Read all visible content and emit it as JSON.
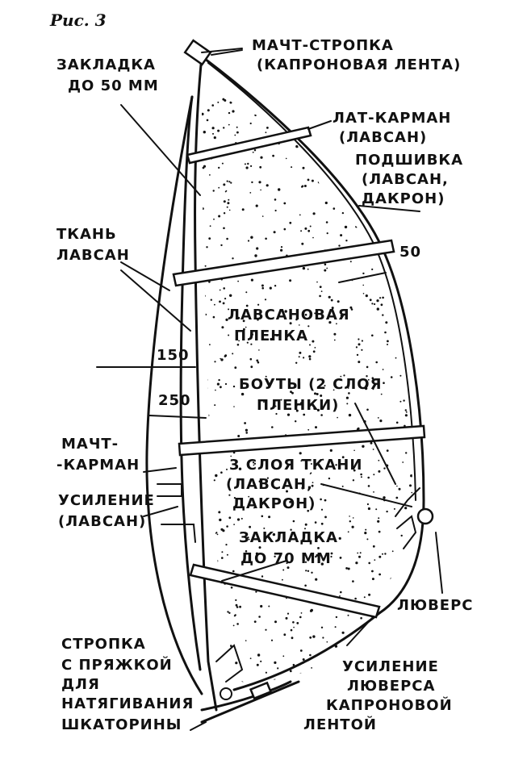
{
  "figure": {
    "label": "Рис. 3"
  },
  "labels": {
    "mast_strap_1": "МАЧТ-СТРОПКА",
    "mast_strap_2": "(КАПРОНОВАЯ ЛЕНТА)",
    "insert_top_1": "ЗАКЛАДКА",
    "insert_top_2": "ДО 50 ММ",
    "lat_pocket_1": "ЛАТ-КАРМАН",
    "lat_pocket_2": "(ЛАВСАН)",
    "hem_1": "ПОДШИВКА",
    "hem_2": "(ЛАВСАН,",
    "hem_3": "ДАКРОН)",
    "fabric_1": "ТКАНЬ",
    "fabric_2": "ЛАВСАН",
    "dim_50": "50",
    "film_1": "ЛАВСАНОВАЯ",
    "film_2": "ПЛЕНКА",
    "dim_150": "150",
    "bouts_1": "БОУТЫ (2 СЛОЯ",
    "bouts_2": "ПЛЕНКИ)",
    "dim_250": "250",
    "mast_pocket_1": "МАЧТ-",
    "mast_pocket_2": "-КАРМАН",
    "layers_1": "3 СЛОЯ ТКАНИ",
    "layers_2": "(ЛАВСАН,",
    "layers_3": "ДАКРОН)",
    "reinforce_1": "УСИЛЕНИЕ",
    "reinforce_2": "(ЛАВСАН)",
    "insert_bottom_1": "ЗАКЛАДКА",
    "insert_bottom_2": "ДО 70 ММ",
    "grommet": "ЛЮВЕРС",
    "strap_buckle_1": "СТРОПКА",
    "strap_buckle_2": "С ПРЯЖКОЙ",
    "strap_buckle_3": "ДЛЯ",
    "strap_buckle_4": "НАТЯГИВАНИЯ",
    "strap_buckle_5": "ШКАТОРИНЫ",
    "grommet_reinf_1": "УСИЛЕНИЕ",
    "grommet_reinf_2": "ЛЮВЕРСА",
    "grommet_reinf_3": "КАПРОНОВОЙ",
    "grommet_reinf_4": "ЛЕНТОЙ"
  }
}
